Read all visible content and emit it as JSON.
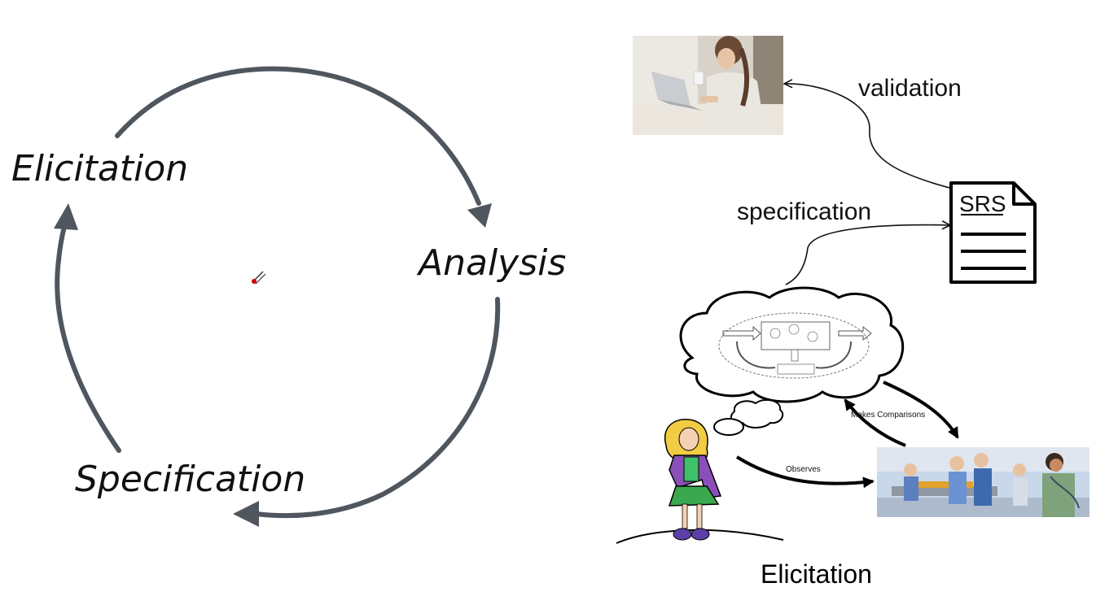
{
  "cycle": {
    "stages": [
      {
        "label": "Elicitation"
      },
      {
        "label": "Analysis"
      },
      {
        "label": "Specification"
      }
    ],
    "arrow_color": "#50565e"
  },
  "process": {
    "validation_label": "validation",
    "specification_label": "specification",
    "document_title": "SRS",
    "makes_comparisons_label": "Makes Comparisons",
    "observes_label": "Observes",
    "elicitation_label": "Elicitation"
  },
  "icons": [
    "woman-laptop-photo",
    "document-icon",
    "thought-cloud",
    "girl-clipart",
    "medical-team-clipart",
    "pen-cursor-icon"
  ]
}
